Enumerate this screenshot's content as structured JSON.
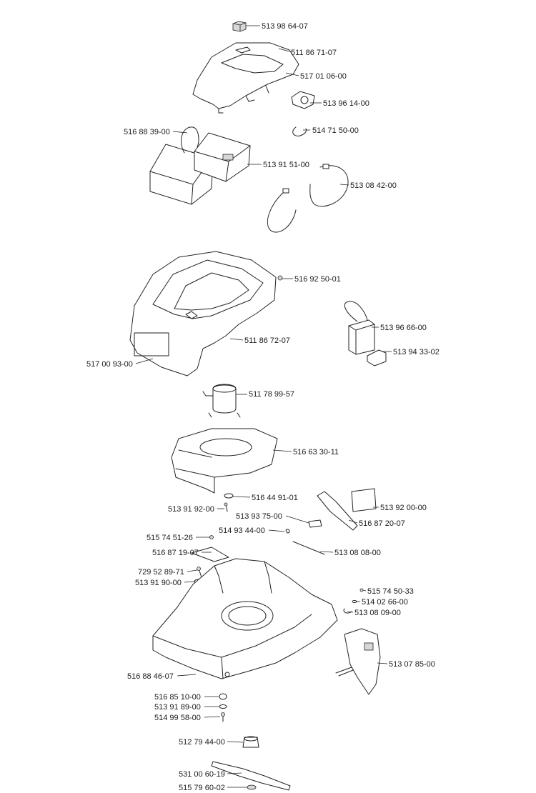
{
  "labels": {
    "p513986407": "513 98 64-07",
    "p511867107": "511 86 71-07",
    "p517010600": "517 01 06-00",
    "p513961400": "513 96 14-00",
    "p514715000": "514 71 50-00",
    "p516883900": "516 88 39-00",
    "p513915100": "513 91 51-00",
    "p513084200": "513 08 42-00",
    "p516925001": "516 92 50-01",
    "p513966600": "513 96 66-00",
    "p511867207": "511 86 72-07",
    "p513943302": "513 94 33-02",
    "p517009300": "517 00 93-00",
    "p511789957": "511 78 99-57",
    "p516633011": "516 63 30-11",
    "p516449101": "516 44 91-01",
    "p513919200": "513 91 92-00",
    "p513920000": "513 92 00-00",
    "p513937500": "513 93 75-00",
    "p516872007": "516 87 20-07",
    "p514934400": "514 93 44-00",
    "p515745126": "515 74 51-26",
    "p516871907": "516 87 19-07",
    "p513080800": "513 08 08-00",
    "p729528971": "729 52 89-71",
    "p513919000": "513 91 90-00",
    "p515745033": "515 74 50-33",
    "p514026600": "514 02 66-00",
    "p513080900": "513 08 09-00",
    "p513078500": "513 07 85-00",
    "p516884607": "516 88 46-07",
    "p516851000": "516 85 10-00",
    "p513918900": "513 91 89-00",
    "p514995800": "514 99 58-00",
    "p512794400": "512 79 44-00",
    "p531006019": "531 00 60-19",
    "p515796002": "515 79 60-02"
  }
}
